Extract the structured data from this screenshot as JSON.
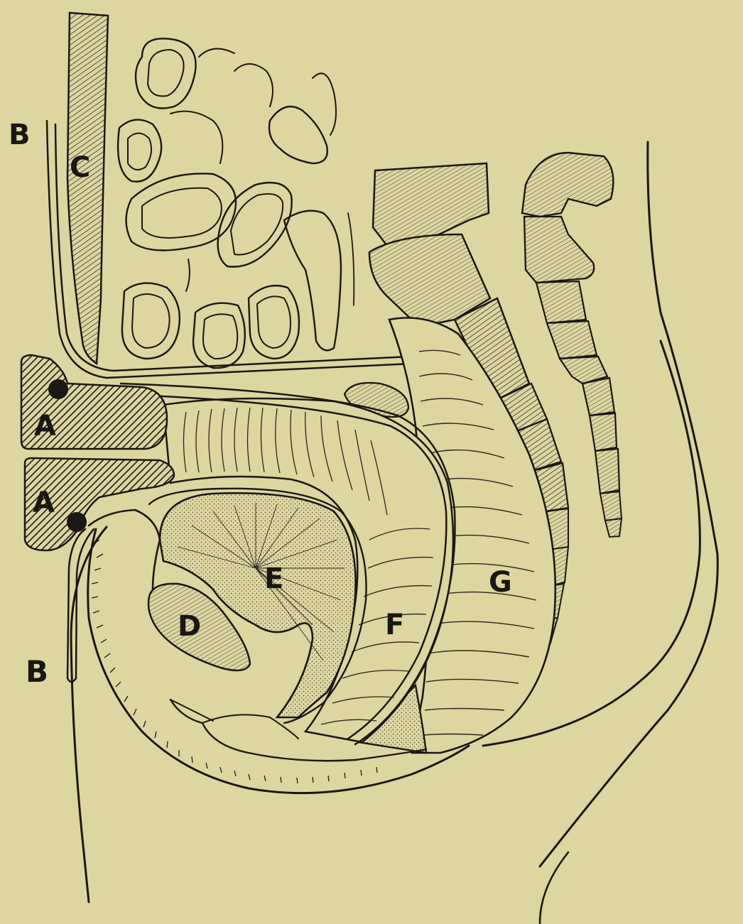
{
  "labels": {
    "a_upper": "A",
    "a_lower": "A",
    "b_upper": "B",
    "b_lower": "B",
    "c": "C",
    "d": "D",
    "e": "E",
    "f": "F",
    "g": "G"
  },
  "colors": {
    "paper": "#ddd6a1",
    "ink": "#1b1813"
  }
}
